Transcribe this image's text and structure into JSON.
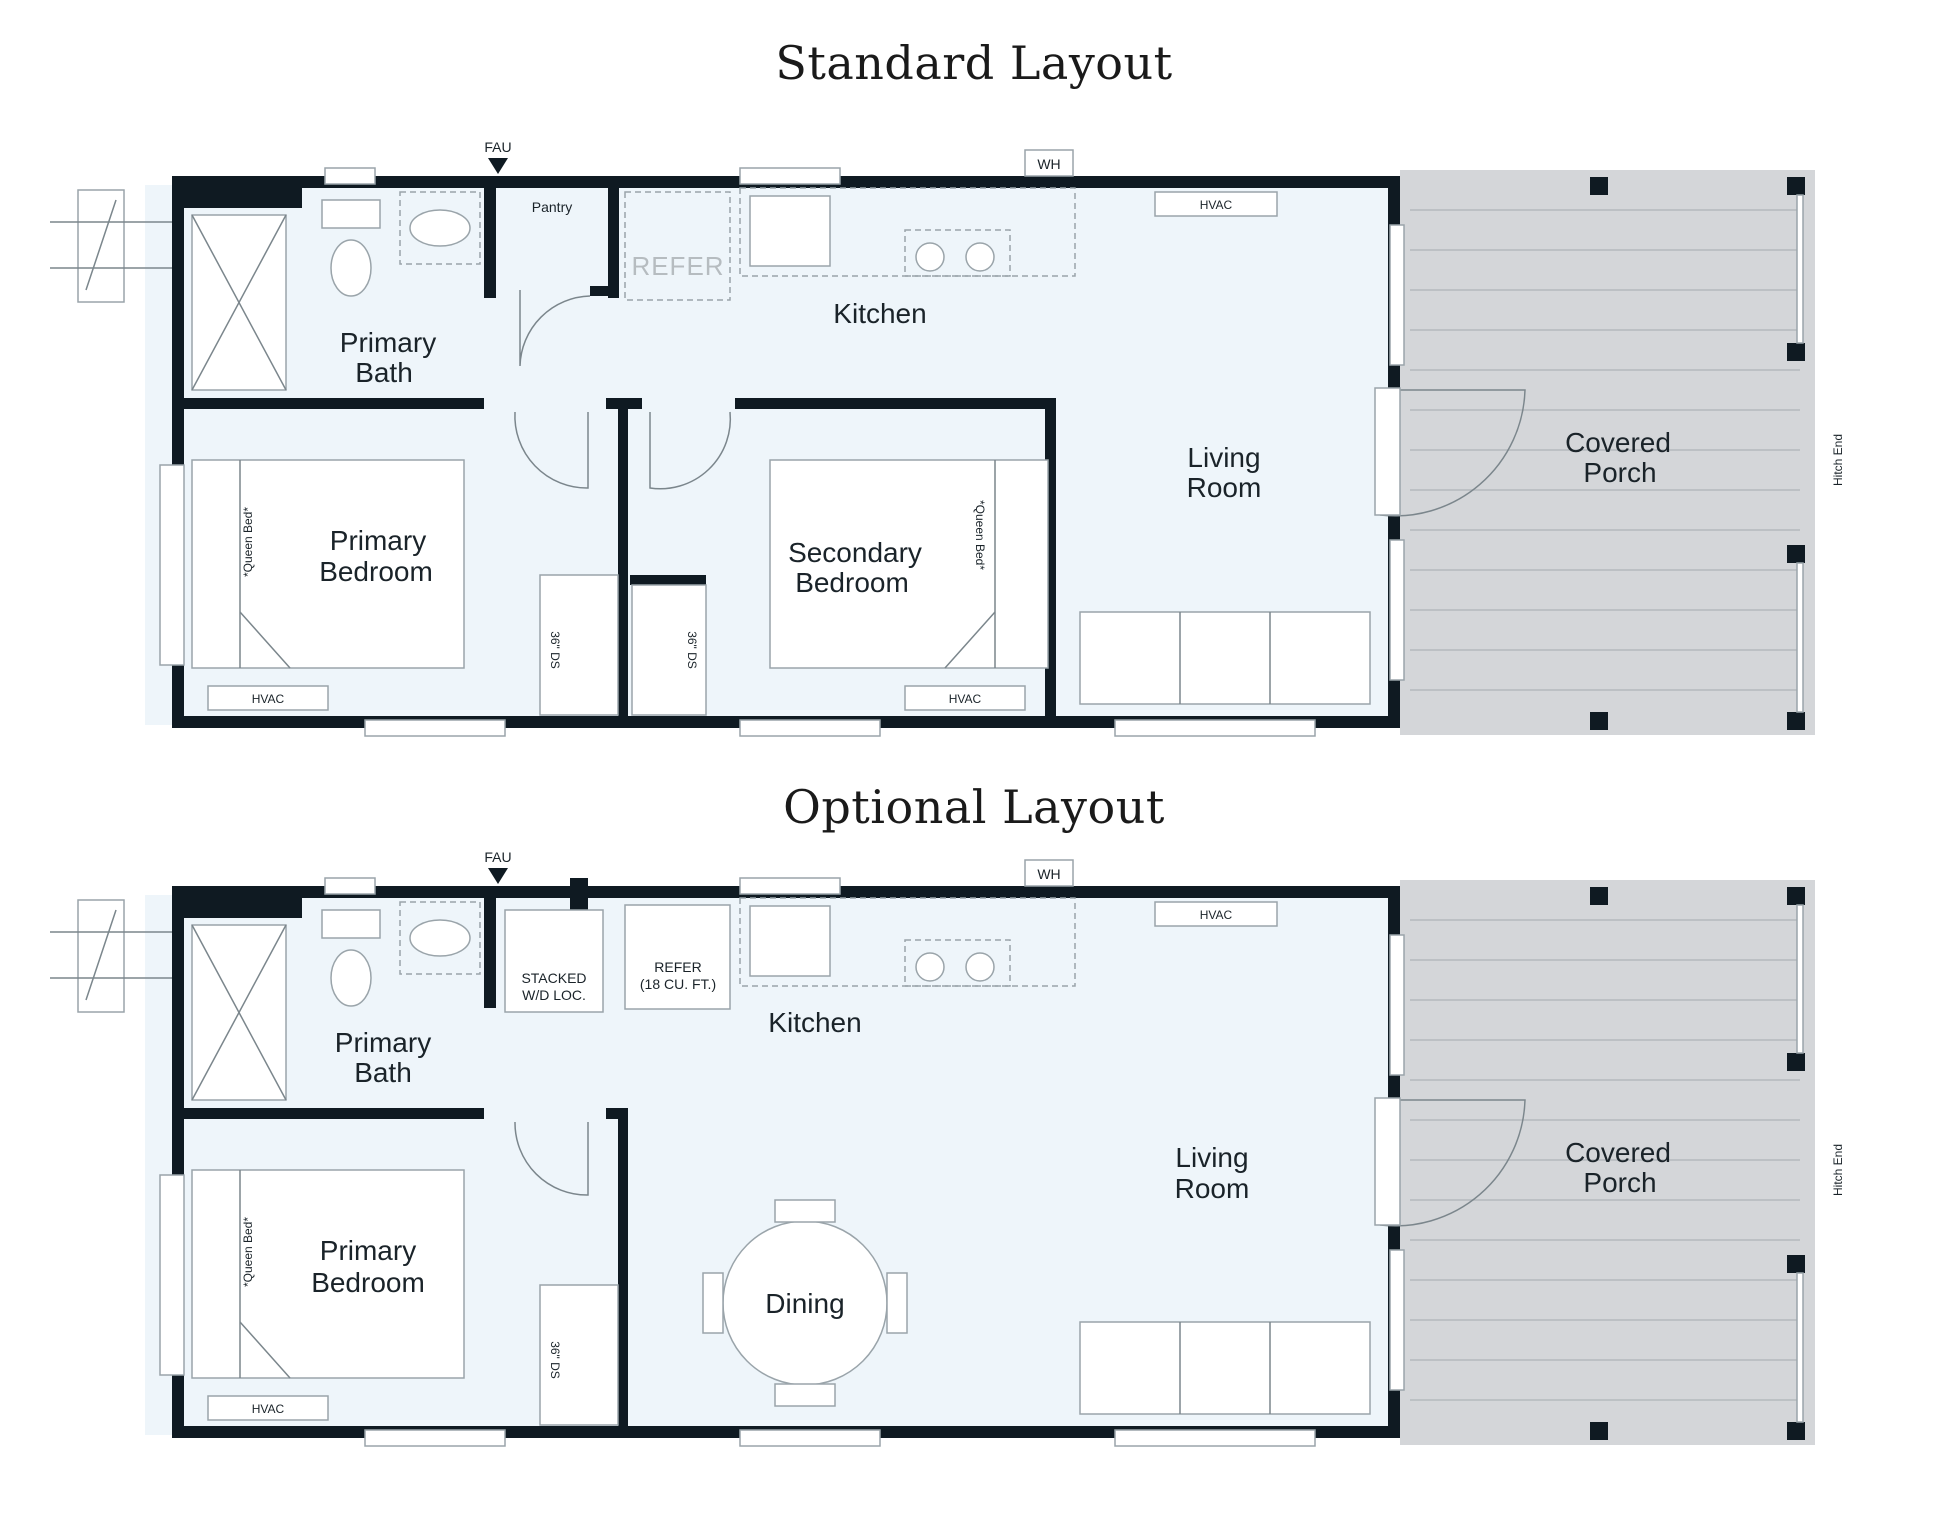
{
  "titles": {
    "standard": "Standard Layout",
    "optional": "Optional Layout"
  },
  "standard": {
    "fau": "FAU",
    "wh": "WH",
    "hvac_kitchen": "HVAC",
    "hvac_primary": "HVAC",
    "hvac_secondary": "HVAC",
    "pantry": "Pantry",
    "refer": "REFER",
    "kitchen": "Kitchen",
    "primary_bath": [
      "Primary",
      "Bath"
    ],
    "primary_bedroom": [
      "Primary",
      "Bedroom"
    ],
    "secondary_bedroom": [
      "Secondary",
      "Bedroom"
    ],
    "living_room": [
      "Living",
      "Room"
    ],
    "covered_porch": [
      "Covered",
      "Porch"
    ],
    "queen_bed_primary": "*Queen Bed*",
    "queen_bed_secondary": "*Queen Bed*",
    "closet_1": "36\" DS",
    "closet_2": "36\" DS",
    "hitch_end": "Hitch End"
  },
  "optional": {
    "fau": "FAU",
    "wh": "WH",
    "hvac_kitchen": "HVAC",
    "hvac_primary": "HVAC",
    "stacked": [
      "STACKED",
      "W/D LOC."
    ],
    "refer": [
      "REFER",
      "(18 CU. FT.)"
    ],
    "kitchen": "Kitchen",
    "primary_bath": [
      "Primary",
      "Bath"
    ],
    "primary_bedroom": [
      "Primary",
      "Bedroom"
    ],
    "living_room": [
      "Living",
      "Room"
    ],
    "dining": "Dining",
    "covered_porch": [
      "Covered",
      "Porch"
    ],
    "queen_bed_primary": "*Queen Bed*",
    "closet_1": "36\" DS",
    "hitch_end": "Hitch End"
  }
}
